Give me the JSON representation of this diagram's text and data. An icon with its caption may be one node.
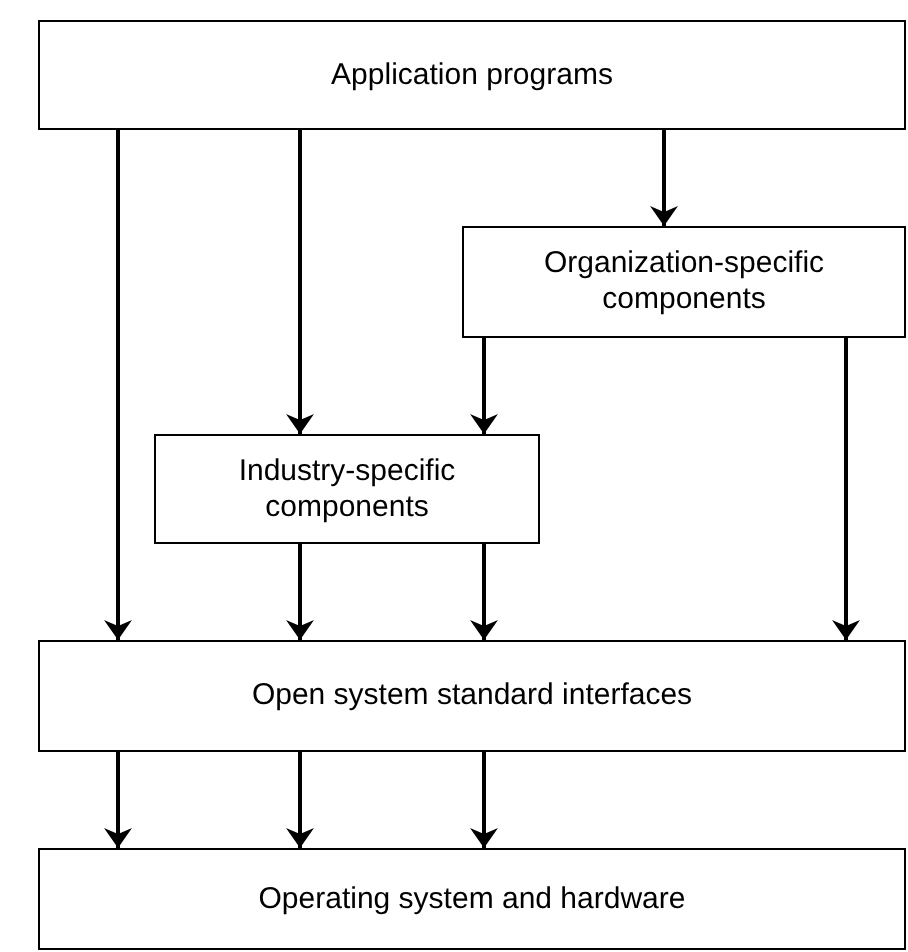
{
  "diagram": {
    "nodes": [
      {
        "text": [
          "Application programs"
        ]
      },
      {
        "text": [
          "Organization-specific components"
        ]
      },
      {
        "text": [
          "Industry-specific components"
        ]
      },
      {
        "text": [
          "Open system standard interfaces"
        ]
      },
      {
        "text": [
          "Operating system and hardware"
        ]
      }
    ],
    "edges": [
      {
        "from": 0,
        "to": 3,
        "arrow": "to"
      },
      {
        "from": 0,
        "to": 2,
        "arrow": "to"
      },
      {
        "from": 0,
        "to": 1,
        "arrow": "to"
      },
      {
        "from": 1,
        "to": 2,
        "arrow": "to"
      },
      {
        "from": 1,
        "to": 3,
        "arrow": "to"
      },
      {
        "from": 2,
        "to": 3,
        "arrow": "to"
      },
      {
        "from": 2,
        "to": 3,
        "arrow": "to"
      },
      {
        "from": 3,
        "to": 4,
        "arrow": "to"
      },
      {
        "from": 3,
        "to": 4,
        "arrow": "to"
      },
      {
        "from": 3,
        "to": 4,
        "arrow": "to"
      }
    ]
  }
}
